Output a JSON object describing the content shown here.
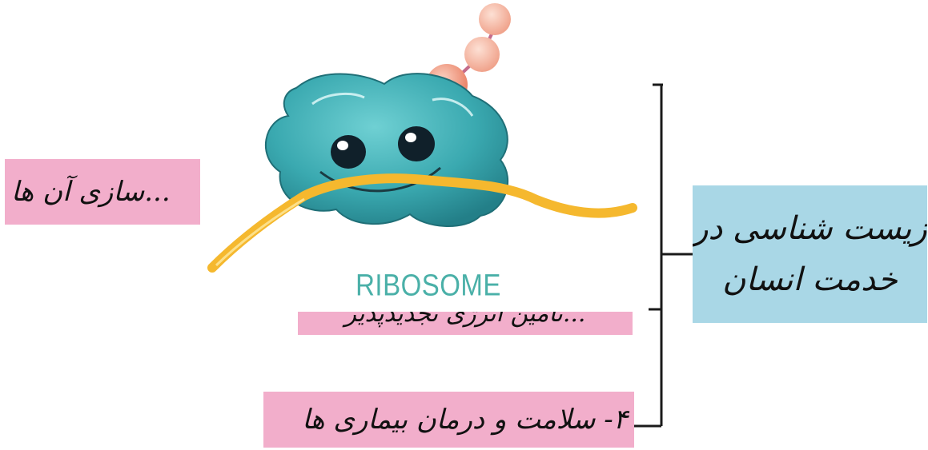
{
  "main_topic": {
    "line1": "زیست شناسی در",
    "line2": "خدمت انسان"
  },
  "branches": [
    {
      "text": "...سازی آن ها"
    },
    {
      "text": "...تأمین انرژی تجدیدپذیر"
    },
    {
      "text": "۴- سلامت و درمان بیماری ها"
    }
  ],
  "image": {
    "label": "RIBOSOME",
    "colors": {
      "body": "#3aa9b0",
      "body_dark": "#237f88",
      "strand": "#f5b82e",
      "bead": "#ef9a7e"
    }
  },
  "colors": {
    "pink": "#f2aecb",
    "blue": "#a9d7e6",
    "bracket": "#1a1a1a"
  }
}
